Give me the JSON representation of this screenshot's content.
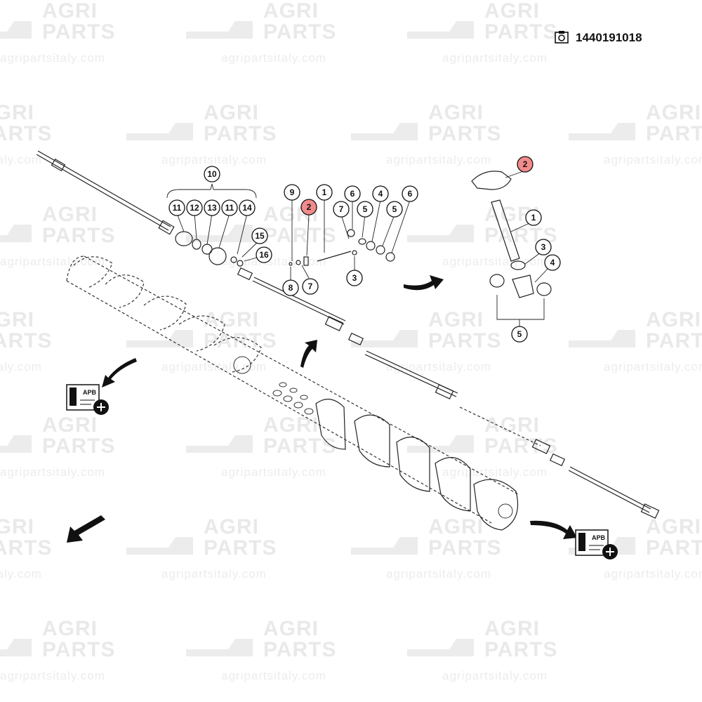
{
  "header": {
    "part_code": "1440191018",
    "part_code_icon": "catalog-box-icon"
  },
  "watermark": {
    "line1": "AGRI",
    "line2": "PARTS",
    "url": "agripartsitaly.com",
    "color": "#e9e9e9"
  },
  "callouts": {
    "c10": "10",
    "c11a": "11",
    "c12": "12",
    "c13": "13",
    "c11b": "11",
    "c14": "14",
    "c15": "15",
    "c16": "16",
    "c9": "9",
    "c2a": "2",
    "c1a": "1",
    "c6a": "6",
    "c4a": "4",
    "c6b": "6",
    "c7a": "7",
    "c5a": "5",
    "c5b": "5",
    "c3a": "3",
    "c8": "8",
    "c7b": "7",
    "c2b": "2",
    "c1b": "1",
    "c3b": "3",
    "c4b": "4",
    "c5c": "5"
  },
  "highlight_color": "#f28b8b",
  "apb_cards": [
    {
      "label": "APB"
    },
    {
      "label": "APB"
    }
  ]
}
